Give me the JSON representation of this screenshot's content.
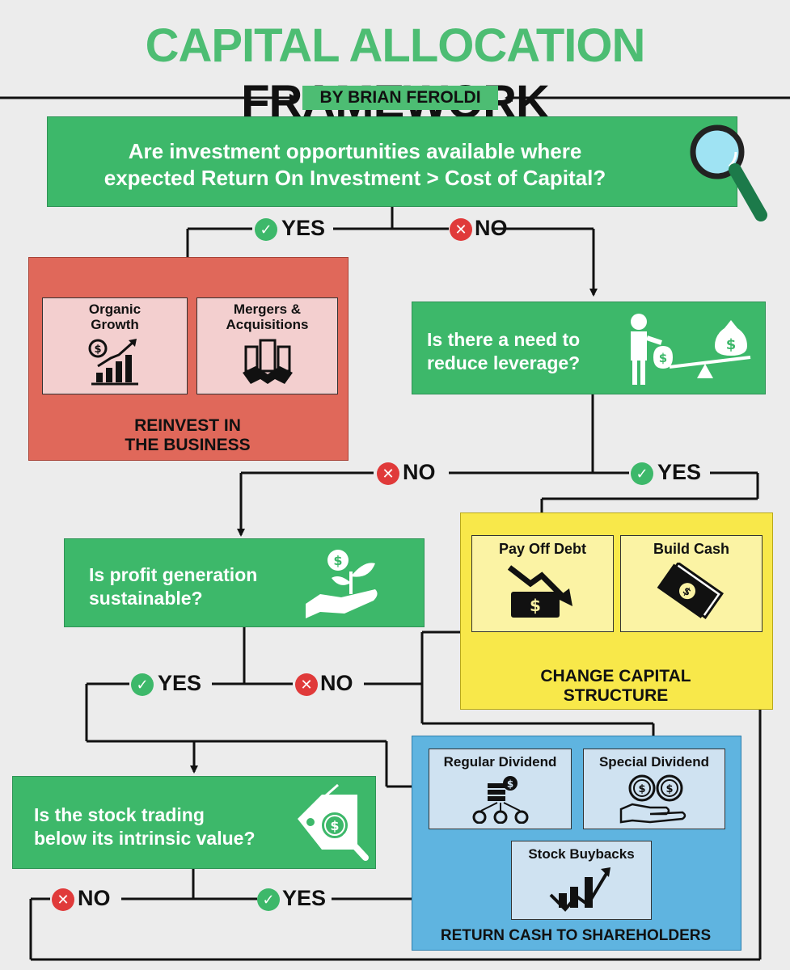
{
  "title": {
    "part1": "CAPITAL ALLOCATION",
    "part2": "FRAMEWORK"
  },
  "byline": "BY BRIAN FEROLDI",
  "questions": {
    "q1": [
      "Are investment opportunities available where",
      "expected Return On Investment > Cost of Capital?"
    ],
    "q2": [
      "Is there a need to",
      "reduce leverage?"
    ],
    "q3": [
      "Is profit generation",
      "sustainable?"
    ],
    "q4": [
      "Is the stock trading",
      "below its intrinsic value?"
    ]
  },
  "labels": {
    "yes": "YES",
    "no": "NO",
    "check": "✓",
    "cross": "✕"
  },
  "reinvest": {
    "title": [
      "REINVEST IN",
      "THE BUSINESS"
    ],
    "organic": [
      "Organic",
      "Growth"
    ],
    "mergers": [
      "Mergers &",
      "Acquisitions"
    ]
  },
  "capital_structure": {
    "title": [
      "CHANGE CAPITAL",
      "STRUCTURE"
    ],
    "pay_off_debt": "Pay Off Debt",
    "build_cash": "Build Cash",
    "dollar": "$"
  },
  "return_cash": {
    "title": "RETURN CASH TO SHAREHOLDERS",
    "regular_dividend": "Regular Dividend",
    "special_dividend": "Special Dividend",
    "stock_buybacks": "Stock Buybacks"
  },
  "colors": {
    "green": "#3db86a",
    "red_section": "#e0685a",
    "pink_card": "#f3cfcf",
    "yellow_section": "#f8e84a",
    "yellow_card": "#fbf3a4",
    "blue_section": "#5fb4e0",
    "blue_card": "#cfe2f1",
    "yes_badge": "#3db86a",
    "no_badge": "#e03a3a"
  },
  "icons": {
    "q1": "magnifying-glass-icon",
    "q2": "leverage-seesaw-icon",
    "q3": "money-plant-hand-icon",
    "q4": "price-tag-magnifier-icon",
    "organic": "growth-chart-icon",
    "mergers": "handshake-buildings-icon",
    "pay_off_debt": "debt-down-arrow-icon",
    "build_cash": "cash-stack-icon",
    "regular_dividend": "dividend-distribution-icon",
    "special_dividend": "coins-hand-icon",
    "stock_buybacks": "chart-up-arrow-icon"
  }
}
